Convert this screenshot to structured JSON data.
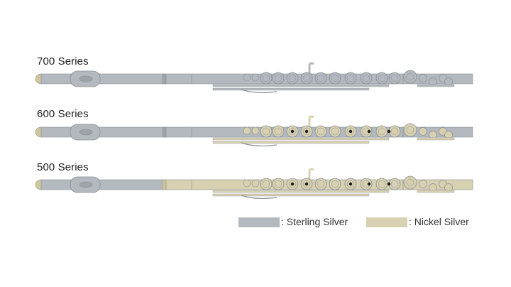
{
  "colors": {
    "sterling_silver": "#b4b9bf",
    "nickel_silver": "#d8d1b1",
    "outline": "#8a8f94",
    "tenon": "#cfc79a",
    "pad_dot": "#1a1a1a"
  },
  "flutes": [
    {
      "label": "700 Series",
      "head": "sterling",
      "body": "sterling",
      "foot": "sterling",
      "keys": "sterling",
      "open_holes": false
    },
    {
      "label": "600 Series",
      "head": "sterling",
      "body": "sterling",
      "foot": "sterling",
      "keys": "nickel",
      "open_holes": true
    },
    {
      "label": "500 Series",
      "head": "sterling",
      "body": "nickel",
      "foot": "nickel",
      "keys": "nickel",
      "open_holes": true
    }
  ],
  "legend": [
    {
      "label": ": Sterling Silver",
      "material": "sterling"
    },
    {
      "label": ": Nickel Silver",
      "material": "nickel"
    }
  ]
}
